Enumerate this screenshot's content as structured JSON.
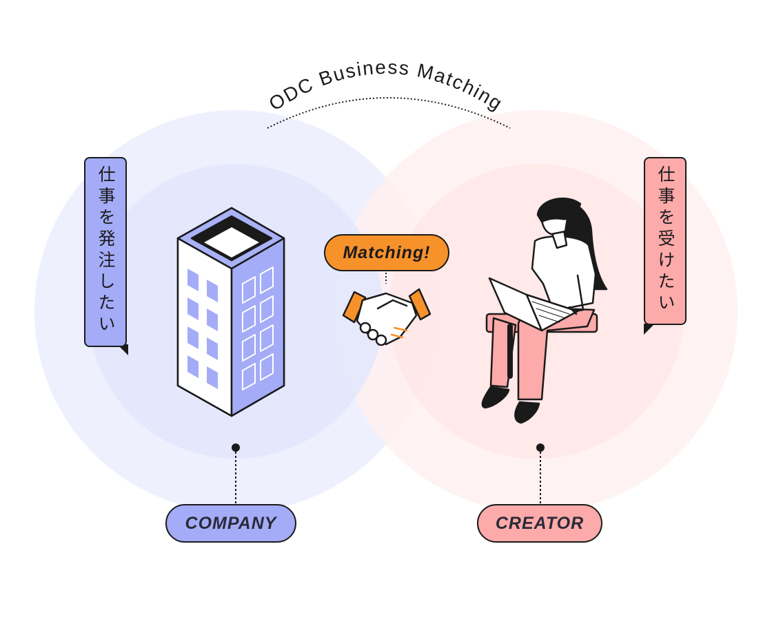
{
  "title": "ODC Business Matching",
  "company": {
    "label": "COMPANY",
    "need": "仕事を発注したい",
    "color": "#a4acf8"
  },
  "creator": {
    "label": "CREATOR",
    "need": "仕事を受けたい",
    "color": "#fdaaaa"
  },
  "matching": {
    "label": "Matching!",
    "color": "#f7922a"
  },
  "colors": {
    "company_circle": "#e7eafd",
    "creator_circle": "#ffe9e9",
    "outline": "#1a1a1a"
  }
}
